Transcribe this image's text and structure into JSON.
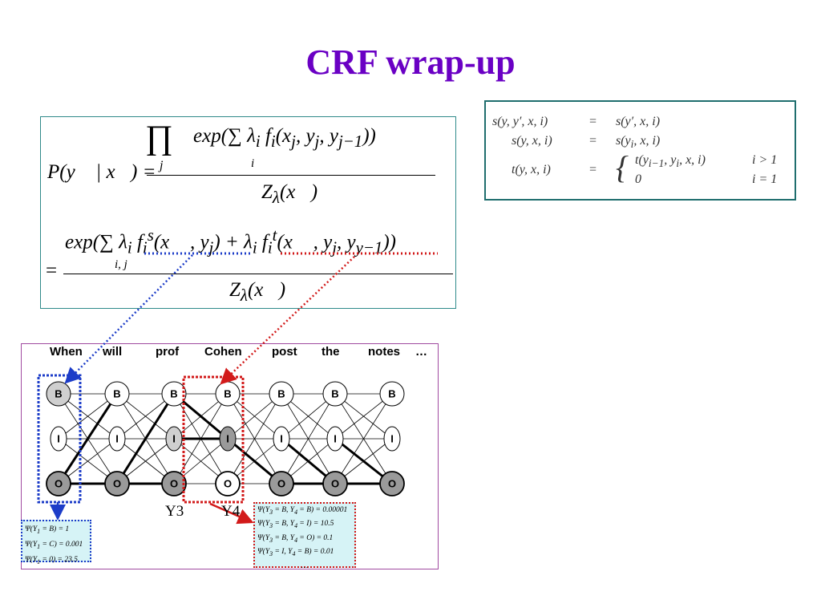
{
  "title": "CRF wrap-up",
  "formula": {
    "lhs": "P(y⃗ | x⃗) =",
    "prod_symbol": "∏",
    "prod_sub": "j",
    "numerator1": "exp(∑ λ<sub>i</sub> f<sub>i</sub>(x<sub>j</sub>, y<sub>j</sub>, y<sub>j−1</sub>))",
    "numerator1_sum_sub": "i",
    "denominator": "Z<sub>λ</sub>(x⃗)",
    "eq2": "=",
    "numerator2": "exp(∑ λ<sub>i</sub> f<sub>i</sub><sup>s</sup>(x⃗ , y<sub>j</sub>) + λ<sub>i</sub> f<sub>i</sub><sup>t</sup>(x⃗ , y<sub>j</sub>, y<sub>y−1</sub>))",
    "numerator2_sum_sub": "i, j"
  },
  "definitions": [
    {
      "lhs": "s(y, y′, x, i)",
      "eq": "=",
      "rhs": "s(y′, x, i)"
    },
    {
      "lhs": "s(y, x, i)",
      "eq": "=",
      "rhs": "s(y<sub>i</sub>, x, i)"
    },
    {
      "lhs": "t(y, x, i)",
      "eq": "=",
      "brace": "{",
      "case1": "t(y<sub>i−1</sub>, y<sub>i</sub>, x, i)",
      "cond1": "i > 1",
      "case2": "0",
      "cond2": "i = 1"
    }
  ],
  "diagram": {
    "words": [
      "When",
      "will",
      "prof",
      "Cohen",
      "post",
      "the",
      "notes",
      "…"
    ],
    "states": [
      "B",
      "I",
      "O"
    ],
    "y_labels": [
      "Y3",
      "Y4"
    ],
    "left_table": [
      "Ψ(Y<sub>1</sub> = B) = 1",
      "Ψ(Y<sub>1</sub> = C) = 0.001",
      "Ψ(Y<sub>1</sub> = 0) = 23.5"
    ],
    "right_table": [
      "Ψ(Y<sub>3</sub> = B, Y<sub>4</sub> = B) = 0.00001",
      "Ψ(Y<sub>3</sub> = B, Y<sub>4</sub> = I) = 10.5",
      "Ψ(Y<sub>3</sub> = B, Y<sub>4</sub> = O) = 0.1",
      "Ψ(Y<sub>3</sub> = I, Y<sub>4</sub> = B) = 0.01",
      "…"
    ]
  },
  "colors": {
    "title": "#6a00c4",
    "node_fill_gray": "#9a9a9a",
    "node_fill_light": "#cfcfcf",
    "blue_annotation": "#1c3cc8",
    "red_annotation": "#d21a1a",
    "table_bg": "#d6f3f6"
  }
}
